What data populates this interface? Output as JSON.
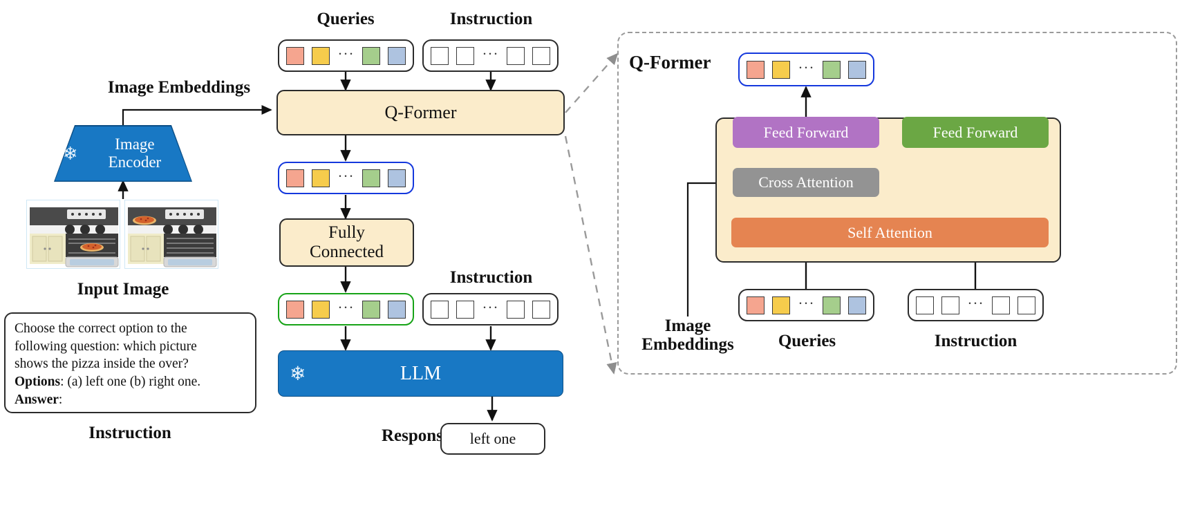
{
  "left": {
    "image_embeddings_label": "Image Embeddings",
    "encoder": {
      "line1": "Image",
      "line2": "Encoder",
      "icon": "snowflake-icon"
    },
    "input_image_label": "Input Image",
    "instruction_caption": "Instruction",
    "instruction_text": {
      "line1": "Choose the correct option to the",
      "line2": "following question: which picture",
      "line3": "shows the pizza inside the over?",
      "options_key": "Options",
      "options_rest": ": (a) left one (b) right one.",
      "answer_key": "Answer",
      "answer_rest": ":"
    }
  },
  "center": {
    "queries_label": "Queries",
    "instruction_label_top": "Instruction",
    "instruction_label_mid": "Instruction",
    "qformer_label": "Q-Former",
    "fully_connected": "Fully\nConnected",
    "fully_connected_line1": "Fully",
    "fully_connected_line2": "Connected",
    "llm_label": "LLM",
    "llm_icon": "snowflake-icon",
    "response_label": "Response",
    "response_value": "left one"
  },
  "right": {
    "panel_title": "Q-Former",
    "feed_forward_left": "Feed Forward",
    "feed_forward_right": "Feed Forward",
    "cross_attention": "Cross Attention",
    "self_attention": "Self Attention",
    "image_embeddings_line1": "Image",
    "image_embeddings_line2": "Embeddings",
    "queries_label": "Queries",
    "instruction_label": "Instruction"
  },
  "tokens": {
    "query_colors": [
      "#f5a58f",
      "#f6cc4c",
      "#a5ce8c",
      "#aec3e0"
    ],
    "ellipsis": "···"
  },
  "colors": {
    "cream": "#fbeccb",
    "blue": "#1878c4",
    "purple": "#b островa",
    "feed_forward_left_color": "#b173c4",
    "feed_forward_right_color": "#6ba744",
    "cross_attention_color": "#939393",
    "self_attention_color": "#e58451",
    "query_highlight_border": "#1438dd",
    "projected_highlight_border": "#17a317",
    "dashed_panel_border": "#9a9a9a"
  }
}
